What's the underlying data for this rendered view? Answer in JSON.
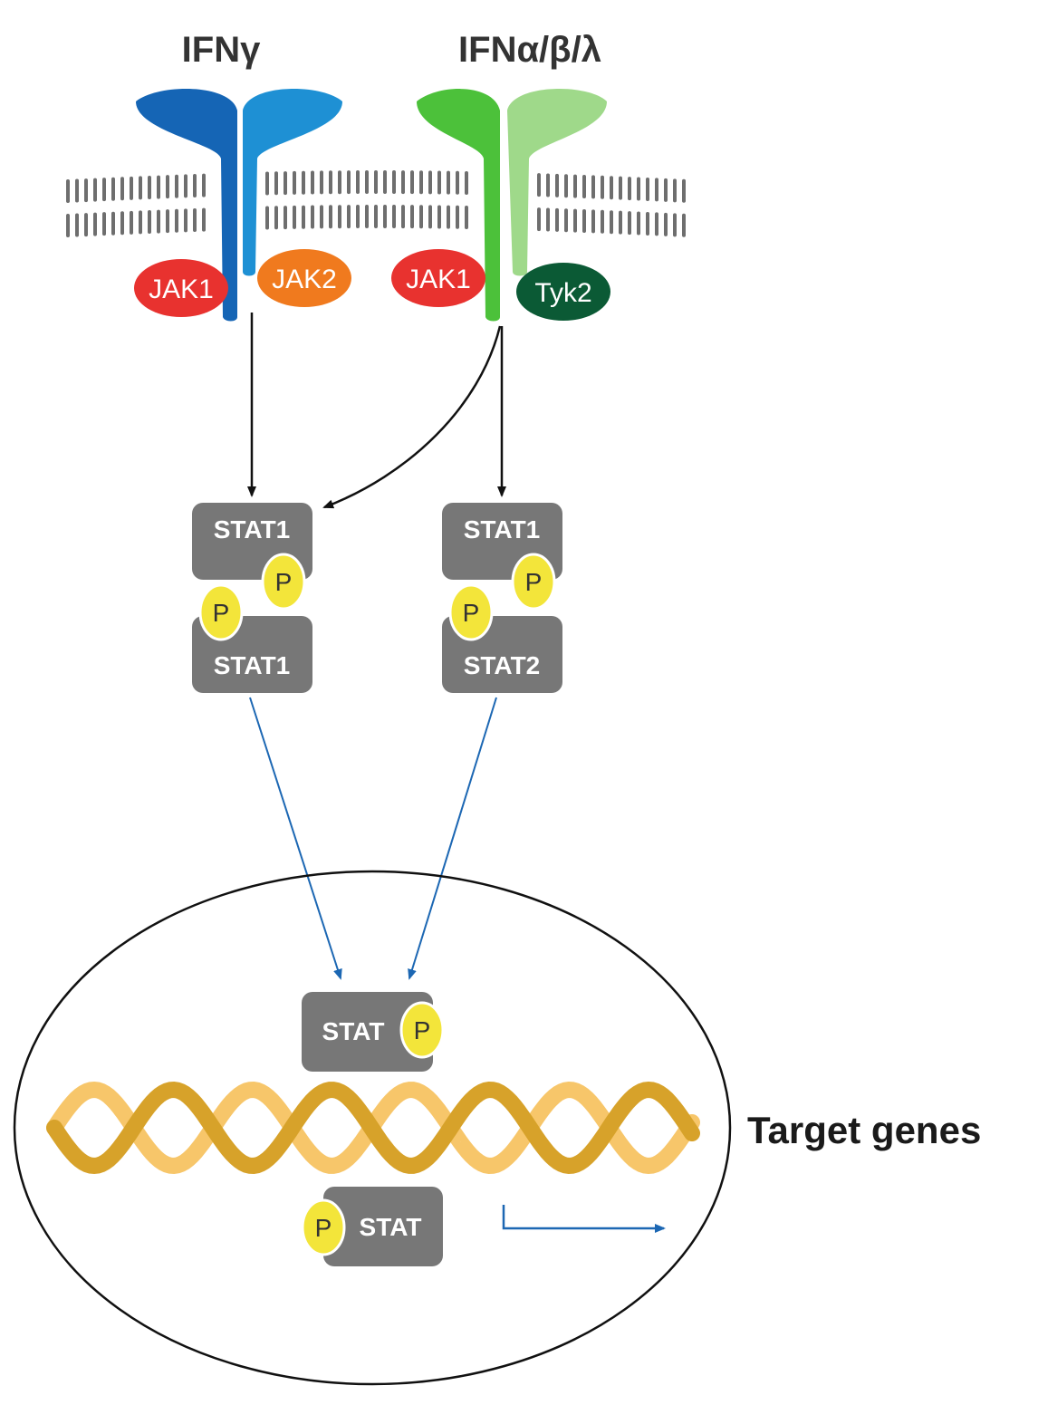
{
  "ligands": {
    "left": "IFNγ",
    "right": "IFNα/β/λ"
  },
  "kinases": {
    "left_jak1": "JAK1",
    "left_jak2": "JAK2",
    "right_jak1": "JAK1",
    "right_tyk2": "Tyk2"
  },
  "dimers": {
    "left_top": "STAT1",
    "left_bottom": "STAT1",
    "right_top": "STAT1",
    "right_bottom": "STAT2"
  },
  "phospho": "P",
  "nucleus": {
    "stat_top": "STAT",
    "stat_bottom": "STAT",
    "label": "Target genes"
  },
  "colors": {
    "ifng_receptor_a": "#1565b5",
    "ifng_receptor_b": "#1e90d4",
    "ifnab_receptor_a": "#4cc13a",
    "ifnab_receptor_b": "#9fd98a",
    "jak1": "#e8322f",
    "jak2": "#f07a1e",
    "tyk2": "#0b5a35",
    "stat": "#777777",
    "phospho": "#f3e53a",
    "dna_dark": "#d7a22a",
    "dna_light": "#f7c66a",
    "signal_arrow": "#1c67b3"
  }
}
